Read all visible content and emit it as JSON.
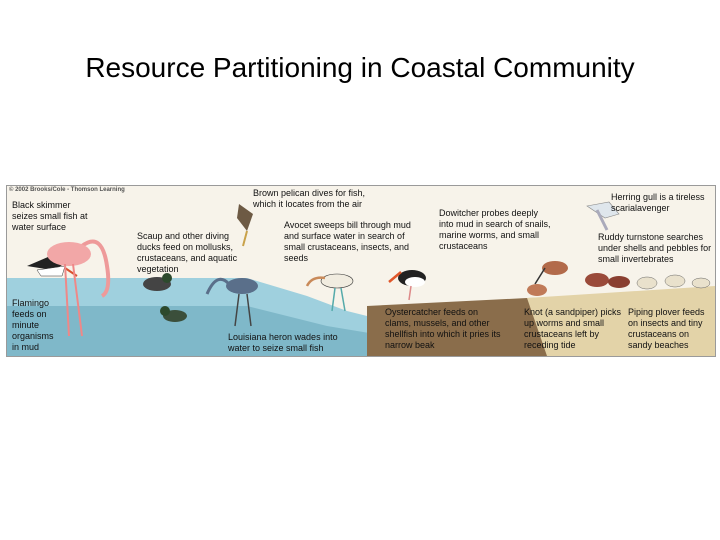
{
  "title": "Resource Partitioning in Coastal Community",
  "copyright": "© 2002 Brooks/Cole - Thomson Learning",
  "labels": {
    "black_skimmer": "Black skimmer seizes small fish at water surface",
    "brown_pelican": "Brown pelican dives for fish, which it locates from the air",
    "avocet": "Avocet sweeps bill through mud and surface water in search of small crustaceans, insects, and seeds",
    "scaup": "Scaup and other diving ducks feed on mollusks, crustaceans, and aquatic vegetation",
    "dowitcher": "Dowitcher probes deeply into mud in search of snails, marine worms, and small crustaceans",
    "herring_gull": "Herring gull is a tireless scarialavenger",
    "ruddy_turnstone": "Ruddy turnstone searches under shells and pebbles for small invertebrates",
    "flamingo": "Flamingo feeds on minute organisms in mud",
    "louisiana_heron": "Louisiana heron wades into water to seize small fish",
    "oystercatcher": "Oystercatcher feeds on clams, mussels, and other shellfish into which it pries its narrow beak",
    "knot": "Knot (a sandpiper) picks up worms and small crustaceans left by receding tide",
    "piping_plover": "Piping plover feeds on insects and tiny crustaceans on sandy beaches"
  },
  "colors": {
    "water": "#8ec7d8",
    "mud": "#8a6d4b",
    "sand": "#e8d8b0",
    "flamingo": "#f2a7a7"
  }
}
